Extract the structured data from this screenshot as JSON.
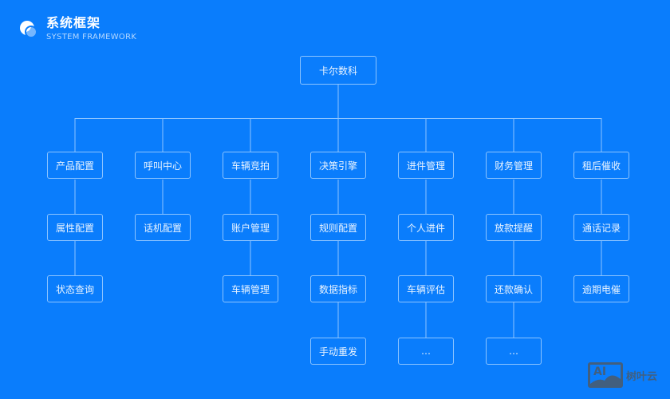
{
  "header": {
    "title": "系统框架",
    "subtitle": "SYSTEM FRAMEWORK",
    "logo_icon": "bubble-logo-icon"
  },
  "colors": {
    "background": "#0a7dfc",
    "line": "#8cc4ff",
    "node_border": "#8cc4ff",
    "text": "#eaf4ff"
  },
  "root": {
    "label": "卡尔数科"
  },
  "columns": [
    {
      "label": "产品配置",
      "children": [
        "属性配置",
        "状态查询"
      ]
    },
    {
      "label": "呼叫中心",
      "children": [
        "话机配置"
      ]
    },
    {
      "label": "车辆竞拍",
      "children": [
        "账户管理",
        "车辆管理"
      ]
    },
    {
      "label": "决策引擎",
      "children": [
        "规则配置",
        "数据指标",
        "手动重发"
      ]
    },
    {
      "label": "进件管理",
      "children": [
        "个人进件",
        "车辆评估",
        "…"
      ]
    },
    {
      "label": "财务管理",
      "children": [
        "放款提醒",
        "还款确认",
        "…"
      ]
    },
    {
      "label": "租后催收",
      "children": [
        "通话记录",
        "逾期电催"
      ]
    }
  ],
  "watermark": {
    "box_text": "AI",
    "label": "树叶云"
  }
}
